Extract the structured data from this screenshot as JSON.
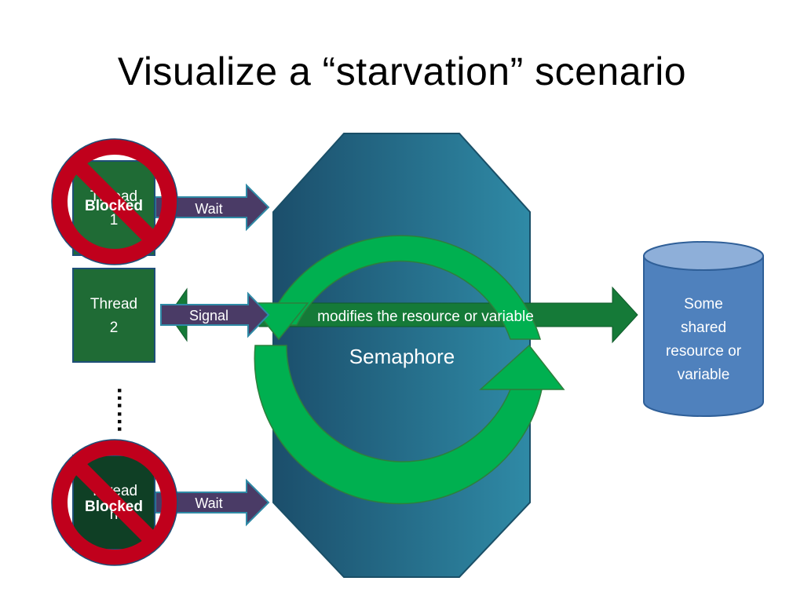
{
  "title": "Visualize a “starvation” scenario",
  "threads": {
    "thread1": {
      "label_line1": "Thread",
      "label_line2": "1",
      "status": "Blocked"
    },
    "thread2": {
      "label_line1": "Thread",
      "label_line2": "2"
    },
    "threadN": {
      "label_line1": "Thread",
      "label_line2": "n",
      "status": "Blocked"
    }
  },
  "ellipsis": "……",
  "arrows": {
    "wait_top": "Wait",
    "signal": "Signal",
    "wait_bottom": "Wait",
    "modifies": "modifies the resource or variable"
  },
  "semaphore": {
    "label": "Semaphore"
  },
  "resource": {
    "line1": "Some",
    "line2": "shared",
    "line3": "resource or",
    "line4": "variable"
  },
  "colors": {
    "thread_fill": "#1f6b35",
    "thread_dark": "#0f3f25",
    "block_red": "#c0001c",
    "arrow_purple": "#4a3b66",
    "arrow_green": "#157a38",
    "cycle_green": "#00b050",
    "cylinder_blue": "#4f81bd",
    "semaphore_teal": "#2e7f9a"
  }
}
